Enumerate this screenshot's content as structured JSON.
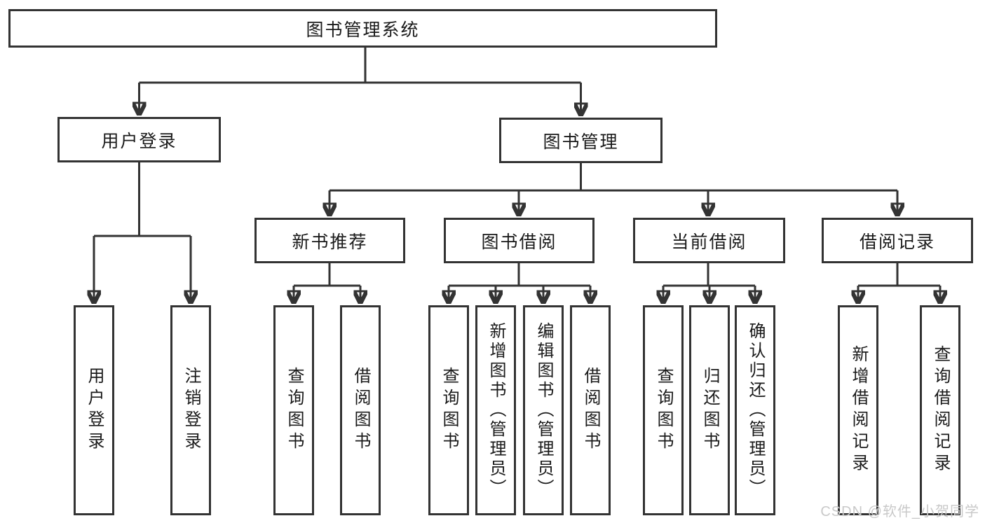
{
  "diagram": {
    "root": {
      "label": "图书管理系统"
    },
    "branches": [
      {
        "label": "用户登录",
        "children": [
          {
            "label": "用户登录"
          },
          {
            "label": "注销登录"
          }
        ]
      },
      {
        "label": "图书管理",
        "children": [
          {
            "label": "新书推荐",
            "children": [
              {
                "label": "查询图书"
              },
              {
                "label": "借阅图书"
              }
            ]
          },
          {
            "label": "图书借阅",
            "children": [
              {
                "label": "查询图书"
              },
              {
                "label": "新增图书（管理员）"
              },
              {
                "label": "编辑图书（管理员）"
              },
              {
                "label": "借阅图书"
              }
            ]
          },
          {
            "label": "当前借阅",
            "children": [
              {
                "label": "查询图书"
              },
              {
                "label": "归还图书"
              },
              {
                "label": "确认归还（管理员）"
              }
            ]
          },
          {
            "label": "借阅记录",
            "children": [
              {
                "label": "新增借阅记录"
              },
              {
                "label": "查询借阅记录"
              }
            ]
          }
        ]
      }
    ]
  },
  "watermark": {
    "text": "CSDN @软件_小贺同学"
  },
  "colors": {
    "line": "#333333",
    "text": "#1a1a1a",
    "watermark": "#c9c9c9",
    "background": "#ffffff"
  }
}
